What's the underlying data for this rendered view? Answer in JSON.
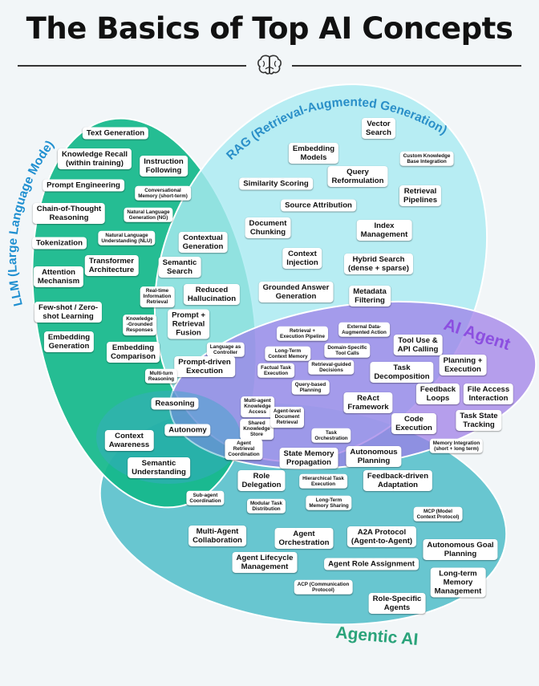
{
  "title": "The Basics of Top AI Concepts",
  "icons": {
    "header": "brain-icon"
  },
  "colors": {
    "llm": "#13b78a",
    "rag": "#aaeaf2",
    "agent": "#9c7be8",
    "agentic": "#5cc1cc",
    "agent_label": "#8c4fe0",
    "agentic_label": "#2aa37a"
  },
  "regions": {
    "llm": "LLM (Large Language Mode)",
    "rag": "RAG (Retrieval-Augmented Generation)",
    "agent": "AI Agent",
    "agentic": "Agentic AI"
  },
  "concepts": {
    "llm": [
      "Text Generation",
      "Knowledge Recall\n(within training)",
      "Instruction\nFollowing",
      "Prompt Engineering",
      "Conversational\nMemory (short-term)",
      "Chain-of-Thought\nReasoning",
      "Natural Language\nGeneration (NG)",
      "Tokenization",
      "Natural Language\nUnderstanding (NLU)",
      "Attention\nMechanism",
      "Transformer\nArchitecture",
      "Few-shot / Zero-\nshot Learning",
      "Embedding\nGeneration"
    ],
    "llm_rag": [
      "Contextual\nGeneration",
      "Semantic\nSearch",
      "Real-time\nInformation\nRetrieval",
      "Reduced\nHallucination",
      "Knowledge\n-Grounded\nResponses",
      "Prompt +\nRetrieval\nFusion",
      "Embedding\nComparison"
    ],
    "rag": [
      "Vector\nSearch",
      "Embedding\nModels",
      "Custom Knowledge\nBase Integration",
      "Query\nReformulation",
      "Similarity Scoring",
      "Retrieval\nPipelines",
      "Source Attribution",
      "Document\nChunking",
      "Index\nManagement",
      "Context\nInjection",
      "Hybrid Search\n(dense + sparse)",
      "Grounded Answer\nGeneration",
      "Metadata\nFiltering"
    ],
    "rag_agent": [
      "Retrieval +\nExecution Pipeline",
      "External Data-\nAugmented Action",
      "Long-Term\nContext Memory",
      "Domain-Specific\nTool Calls",
      "Factual Task\nExecution",
      "Retrieval-guided\nDecisions",
      "Query-based\nPlanning"
    ],
    "llm_agent": [
      "Language as\nController",
      "Prompt-driven\nExecution",
      "Multi-turn\nReasoning"
    ],
    "agent": [
      "Tool Use &\nAPI Calling",
      "Planning +\nExecution",
      "Task\nDecomposition",
      "Feedback\nLoops",
      "File Access\nInteraction",
      "ReAct\nFramework",
      "Code\nExecution",
      "Task State\nTracking",
      "Memory Integration\n(short + long term)"
    ],
    "llm_agentic": [
      "Reasoning",
      "Autonomy",
      "Context\nAwareness",
      "Semantic\nUnderstanding"
    ],
    "center": [
      "Multi-agent\nKnowledge\nAccess",
      "Shared\nKnowledge\nStore",
      "Agent-level\nDocument\nRetrieval",
      "Agent\nRetrieval\nCoordination"
    ],
    "agent_agentic": [
      "Task\nOrchestration",
      "State Memory\nPropagation",
      "Autonomous\nPlanning",
      "Role\nDelegation",
      "Hierarchical Task\nExecution",
      "Feedback-driven\nAdaptation",
      "Sub-agent\nCoordination",
      "Modular Task\nDistribution",
      "Long-Term\nMemory Sharing"
    ],
    "agentic": [
      "MCP (Model\nContext Protocol)",
      "Multi-Agent\nCollaboration",
      "Agent\nOrchestration",
      "A2A Protocol\n(Agent-to-Agent)",
      "Autonomous Goal\nPlanning",
      "Agent Lifecycle\nManagement",
      "Agent Role Assignment",
      "Long-term\nMemory\nManagement",
      "ACP (Communication\nProtocol)",
      "Role-Specific\nAgents"
    ]
  }
}
